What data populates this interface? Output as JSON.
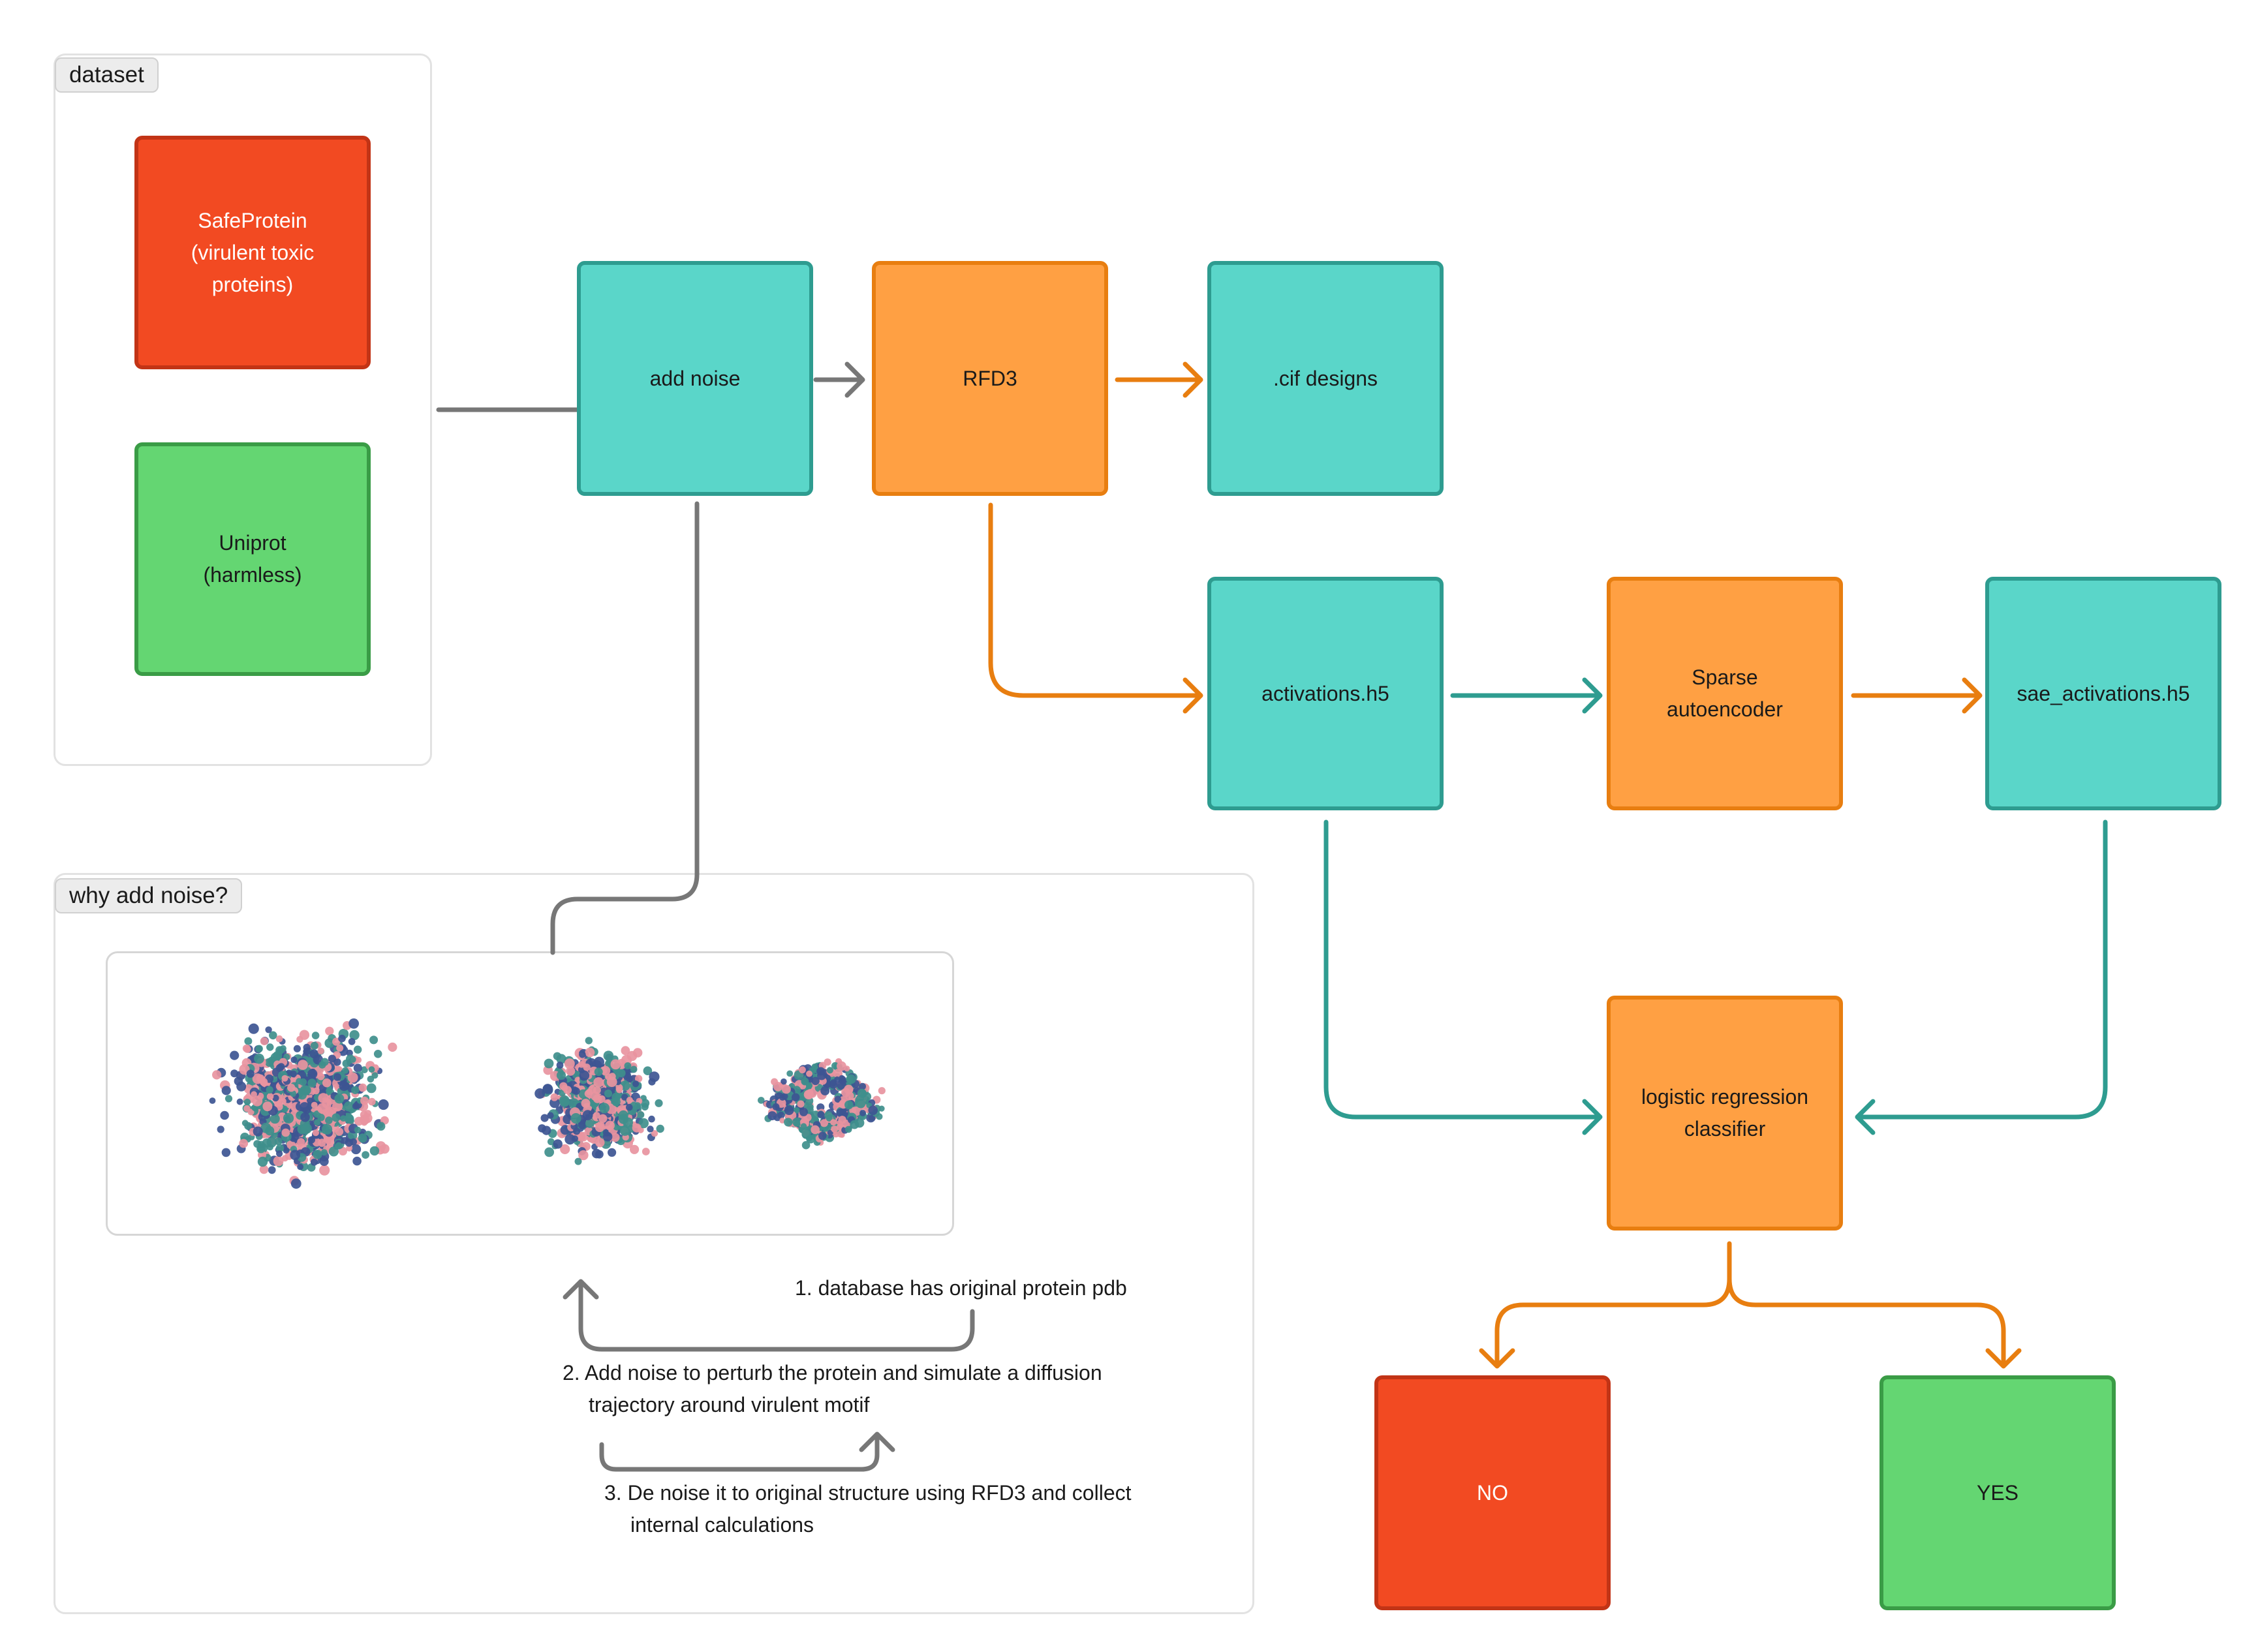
{
  "colors": {
    "teal": "#5ad6c9",
    "orange": "#ffa043",
    "red": "#f24a22",
    "green": "#64d672",
    "gray_wire": "#777777",
    "orange_wire": "#e87e10",
    "teal_wire": "#2e9c90",
    "particle_pink": "#e8949f",
    "particle_navy": "#3d5593",
    "particle_teal": "#3f8f8c"
  },
  "groups": {
    "dataset": {
      "label": "dataset"
    },
    "why": {
      "label": "why add noise?"
    }
  },
  "nodes": {
    "safeprotein": {
      "line1": "SafeProtein",
      "line2": "(virulent toxic",
      "line3": "proteins)"
    },
    "uniprot": {
      "line1": "Uniprot",
      "line2": "(harmless)"
    },
    "add_noise": {
      "label": "add noise"
    },
    "rfd3": {
      "label": "RFD3"
    },
    "cif": {
      "label": ".cif designs"
    },
    "activations": {
      "label": "activations.h5"
    },
    "sae": {
      "line1": "Sparse",
      "line2": "autoencoder"
    },
    "sae_act": {
      "label": "sae_activations.h5"
    },
    "logreg": {
      "line1": "logistic regression",
      "line2": "classifier"
    },
    "no": {
      "label": "NO"
    },
    "yes": {
      "label": "YES"
    }
  },
  "steps": {
    "s1": {
      "num": "1.",
      "text": "database has original protein pdb"
    },
    "s2": {
      "num": "2.",
      "line1": "Add noise to perturb the protein and simulate a diffusion",
      "line2": "trajectory around virulent motif"
    },
    "s3": {
      "num": "3.",
      "line1": "De noise it to original structure using RFD3 and collect",
      "line2": "internal calculations"
    }
  },
  "icons": {
    "protein_noisy": "protein-cloud-noisy-icon",
    "protein_partial": "protein-cloud-partial-icon",
    "protein_folded": "protein-folded-icon"
  }
}
